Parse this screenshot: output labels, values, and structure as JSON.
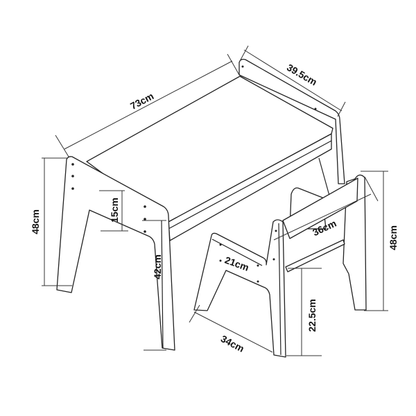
{
  "dimensions": {
    "desk_length": "73cm",
    "desk_depth": "39.5cm",
    "desk_height": "48cm",
    "desk_rail_height": "15cm",
    "desk_leg_clearance": "42cm",
    "chair_seat_depth": "21cm",
    "chair_width": "36cm",
    "chair_height": "48cm",
    "chair_seat_height": "22.5cm",
    "chair_depth": "34cm"
  },
  "colors": {
    "line": "#222222",
    "background": "#ffffff"
  }
}
